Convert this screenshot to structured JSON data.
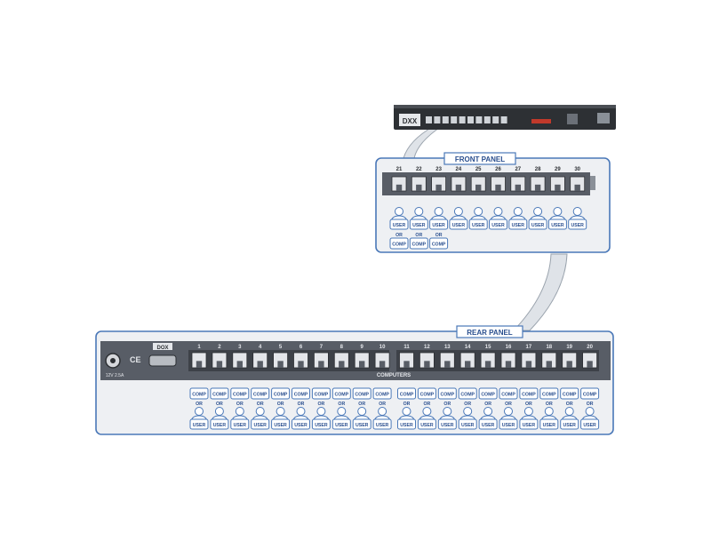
{
  "device": {
    "logo_top": "DXX",
    "logo_bottom": "DOX",
    "rear_logo": "DOX",
    "power_label": "12V 2.5A",
    "ce_mark": "CE"
  },
  "front_panel": {
    "title": "FRONT PANEL",
    "ports": [
      "21",
      "22",
      "23",
      "24",
      "25",
      "26",
      "27",
      "28",
      "29",
      "30"
    ],
    "user_label": "USER",
    "or_label": "OR",
    "comp_label": "COMP",
    "alt_comp_count": 3
  },
  "rear_panel": {
    "title": "REAR PANEL",
    "computers_label": "COMPUTERS",
    "ports": [
      "1",
      "2",
      "3",
      "4",
      "5",
      "6",
      "7",
      "8",
      "9",
      "10",
      "11",
      "12",
      "13",
      "14",
      "15",
      "16",
      "17",
      "18",
      "19",
      "20"
    ],
    "comp_label": "COMP",
    "or_label": "OR",
    "user_label": "USER"
  },
  "colors": {
    "panel_border": "#4a78b8",
    "panel_fill": "#eef0f3",
    "port_strip": "#585d66",
    "port_face": "#e4e6ea",
    "label_blue": "#2a4f8f",
    "device_body": "#2d3034",
    "cable_fill": "#dfe3e8"
  }
}
